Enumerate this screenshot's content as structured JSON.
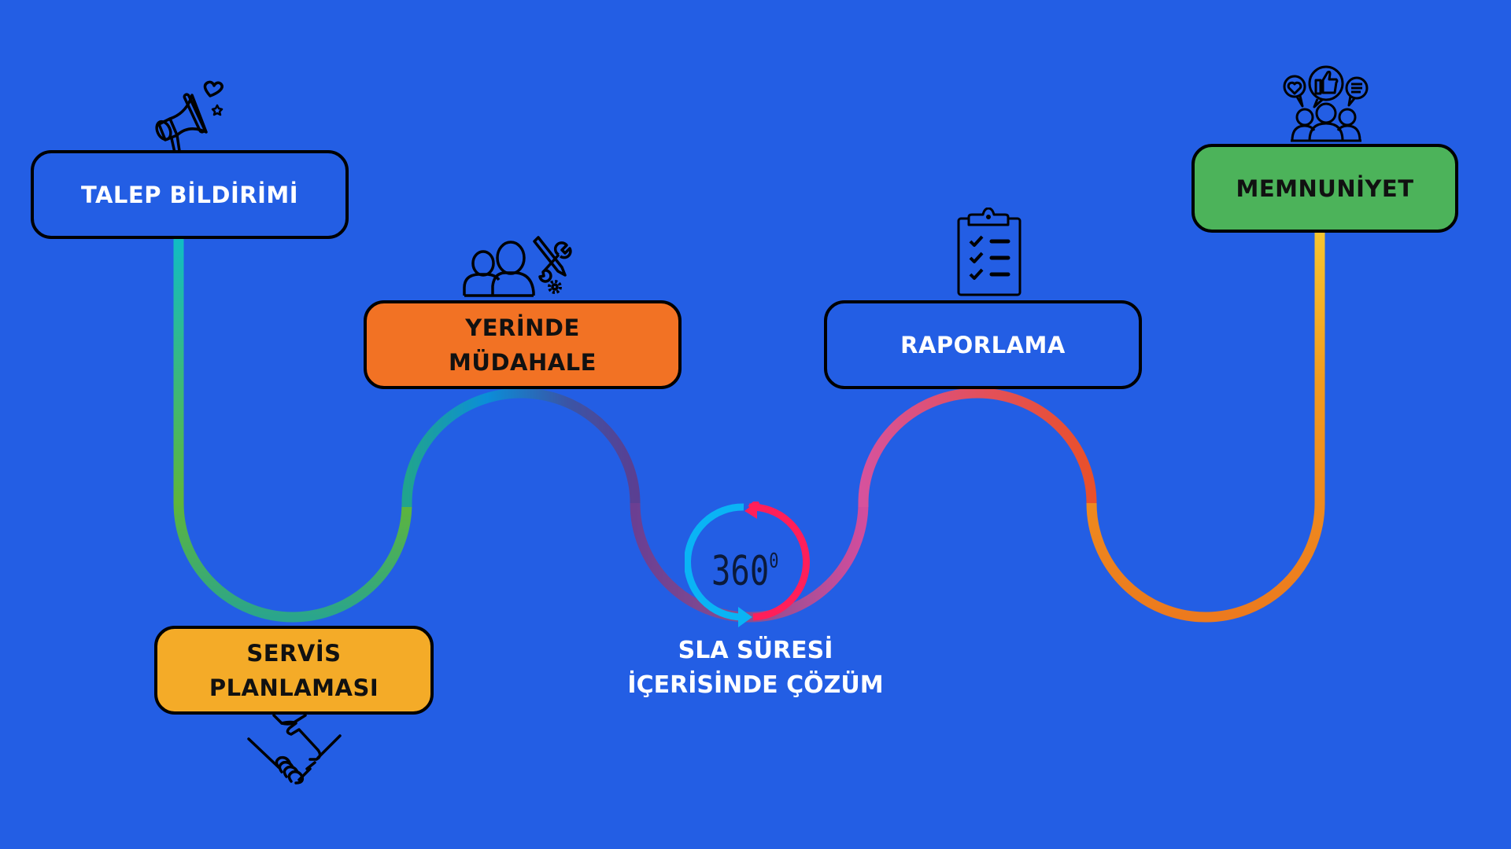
{
  "steps": [
    {
      "id": "talep",
      "label": "TALEP BİLDİRİMİ",
      "color": "#235ee4",
      "icon": "megaphone-icon"
    },
    {
      "id": "servis",
      "label_line1": "SERVİS",
      "label_line2": "PLANLAMASI",
      "color": "#f4ab28",
      "icon": "handshake-icon"
    },
    {
      "id": "yerinde",
      "label_line1": "YERİNDE",
      "label_line2": "MÜDAHALE",
      "color": "#f27224",
      "icon": "team-tools-icon"
    },
    {
      "id": "sla",
      "label_line1": "SLA SÜRESİ",
      "label_line2": "İÇERİSİNDE ÇÖZÜM",
      "badge": "360",
      "badge_sup": "0",
      "icon": "360-cycle-icon"
    },
    {
      "id": "raporlama",
      "label": "RAPORLAMA",
      "color": "#235ee4",
      "icon": "clipboard-checklist-icon"
    },
    {
      "id": "memnuniyet",
      "label": "MEMNUNİYET",
      "color": "#4cb35a",
      "icon": "customer-feedback-icon"
    }
  ],
  "colors": {
    "background": "#235ee4",
    "path_gradient": [
      "#12bdc4",
      "#5bb53b",
      "#1b93d4",
      "#4a3f8f",
      "#d64f9e",
      "#e9502b",
      "#f7c52f"
    ],
    "cycle_blue": "#0ab4f5",
    "cycle_red": "#ff1f5a"
  }
}
